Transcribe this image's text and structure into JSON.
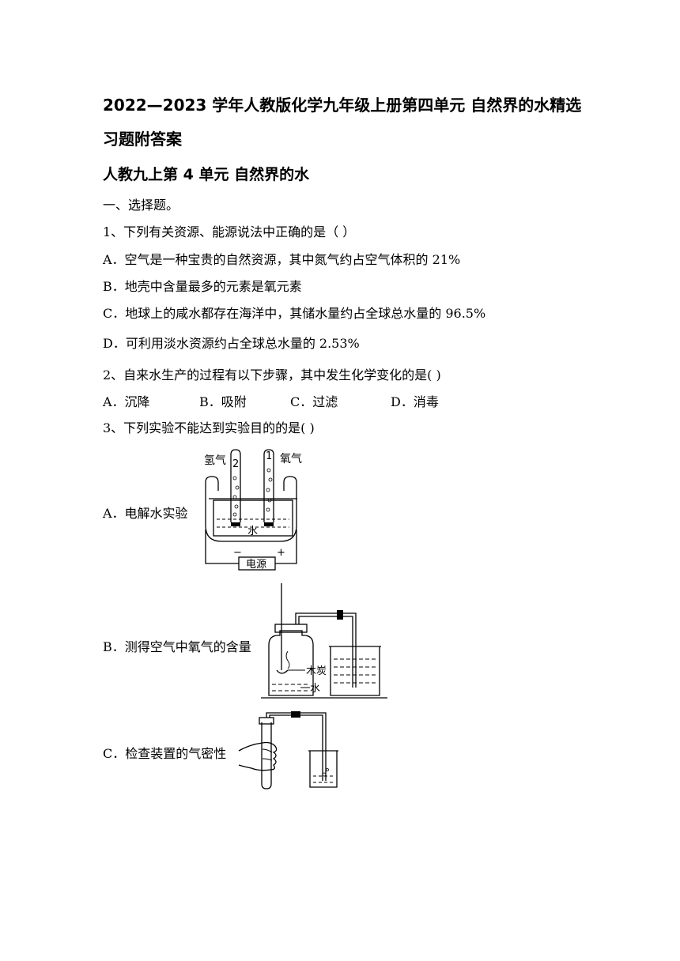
{
  "title_line1": "2022—2023 学年人教版化学九年级上册第四单元  自然界的水精选",
  "title_line2": "习题附答案",
  "subtitle": "人教九上第 4 单元  自然界的水",
  "section": "一、选择题。",
  "q1": {
    "stem": "1、下列有关资源、能源说法中正确的是（        ）",
    "options": [
      "A．空气是一种宝贵的自然资源，其中氮气约占空气体积的 21%",
      "B．地壳中含量最多的元素是氧元素",
      "C．地球上的咸水都存在海洋中，其储水量约占全球总水量的 96.5%",
      "D．可利用淡水资源约占全球总水量的      2.53%"
    ]
  },
  "q2": {
    "stem": "2、自来水生产的过程有以下步骤，其中发生化学变化的是(       )",
    "options": [
      "A．沉降",
      "B．吸附",
      "C．过滤",
      "D．消毒"
    ]
  },
  "q3": {
    "stem": "3、下列实验不能达到实验目的的是(       )",
    "options": [
      "A．电解水实验",
      "B．测得空气中氧气的含量",
      "C．检查装置的气密性"
    ]
  },
  "figA": {
    "h2": "氢气",
    "o2": "氧气",
    "n2": "2",
    "n1": "1",
    "water": "水",
    "power": "电源",
    "minus": "−",
    "plus": "+"
  },
  "figB": {
    "charcoal": "木炭",
    "water": "水"
  }
}
